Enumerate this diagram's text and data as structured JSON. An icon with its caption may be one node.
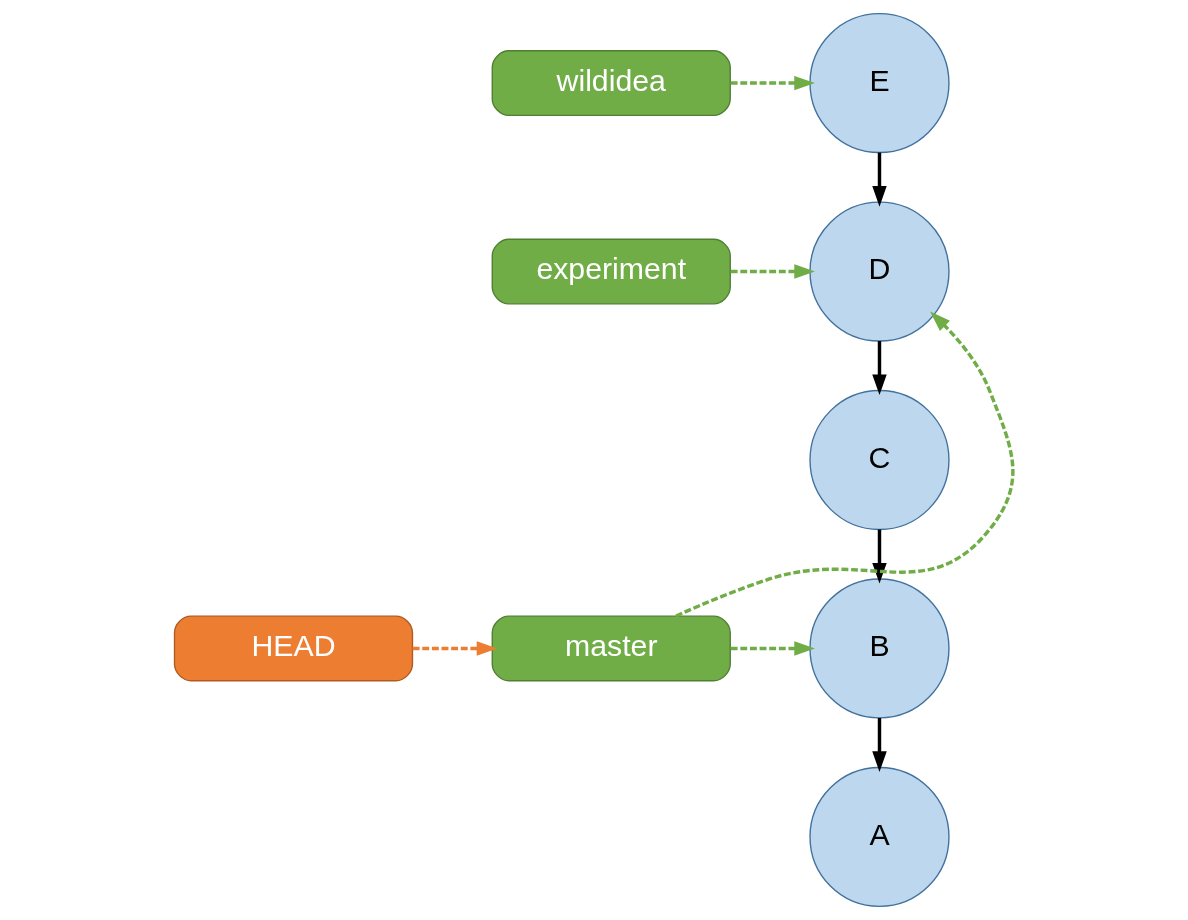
{
  "diagram": {
    "nodes": [
      {
        "text": [
          "E"
        ]
      },
      {
        "text": [
          "wildidea"
        ]
      },
      {
        "text": [
          "D"
        ]
      },
      {
        "text": [
          "experiment"
        ]
      },
      {
        "text": [
          "C"
        ]
      },
      {
        "text": [
          "B"
        ]
      },
      {
        "text": [
          "master"
        ]
      },
      {
        "text": [
          "HEAD"
        ]
      },
      {
        "text": [
          "A"
        ]
      }
    ],
    "edges": [
      {
        "from": 0,
        "to": 2,
        "arrow": "to"
      },
      {
        "from": 2,
        "to": 4,
        "arrow": "to"
      },
      {
        "from": 4,
        "to": 5,
        "arrow": "to"
      },
      {
        "from": 5,
        "to": 8,
        "arrow": "to"
      },
      {
        "from": 1,
        "to": 0,
        "arrow": "to",
        "style": "dashed",
        "color": "#70ad47"
      },
      {
        "from": 3,
        "to": 2,
        "arrow": "to",
        "style": "dashed",
        "color": "#70ad47"
      },
      {
        "from": 6,
        "to": 2,
        "arrow": "to",
        "style": "dashed",
        "color": "#70ad47"
      },
      {
        "from": 6,
        "to": 5,
        "arrow": "to",
        "style": "dashed",
        "color": "#70ad47"
      },
      {
        "from": 7,
        "to": 6,
        "arrow": "to",
        "style": "dashed",
        "color": "#ed7d31"
      }
    ]
  }
}
